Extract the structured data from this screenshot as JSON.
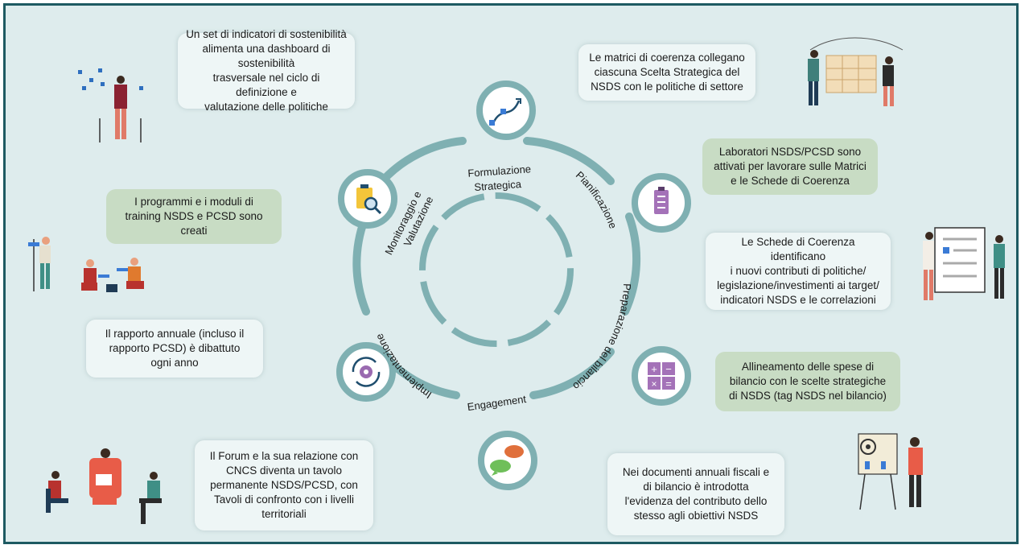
{
  "stages": [
    {
      "label": "Formulazione Strategica",
      "line1": "Formulazione",
      "line2": "Strategica"
    },
    {
      "label": "Pianificazione"
    },
    {
      "label": "Preparazione del bilancio"
    },
    {
      "label": "Engagement"
    },
    {
      "label": "Implementazione"
    },
    {
      "label": "Monitoraggio e Valutazione",
      "line1": "Monitoraggio e",
      "line2": "Valutazione"
    }
  ],
  "boxes": {
    "dashboard": "Un set di indicatori di sostenibilità\nalimenta una dashboard di sostenibilità\ntrasversale nel ciclo di definizione e\nvalutazione delle politiche",
    "matrici": "Le matrici di coerenza collegano\nciascuna Scelta Strategica del\nNSDS con le politiche di settore",
    "laboratori": "Laboratori NSDS/PCSD sono\nattivati per lavorare sulle Matrici\ne le Schede di Coerenza",
    "training": "I programmi e i moduli di\ntraining NSDS e PCSD sono\ncreati",
    "schede": "Le Schede di Coerenza identificano\ni nuovi contributi di politiche/\nlegislazione/investimenti ai target/\nindicatori NSDS e le correlazioni",
    "rapporto": "Il rapporto annuale (incluso il\nrapporto PCSD) è dibattuto\nogni anno",
    "allineamento": "Allineamento delle spese di\nbilancio con le scelte strategiche\ndi NSDS (tag NSDS nel bilancio)",
    "forum": "Il Forum e la sua relazione con\nCNCS diventa un tavolo\npermanente NSDS/PCSD, con\nTavoli di confronto con i livelli\nterritoriali",
    "documenti": "Nei documenti annuali fiscali e\ndi bilancio è introdotta\nl'evidenza del contributo dello\nstesso agli obiettivi NSDS"
  },
  "icons": [
    "strategy-path-icon",
    "checklist-icon",
    "calculator-icon",
    "chat-bubbles-icon",
    "gear-cycle-icon",
    "clipboard-search-icon"
  ],
  "colors": {
    "ring": "#7fb0b2",
    "background": "#deeced",
    "border": "#1e5a62",
    "green_box": "#c8dcc4",
    "white_box": "#eef6f6"
  }
}
